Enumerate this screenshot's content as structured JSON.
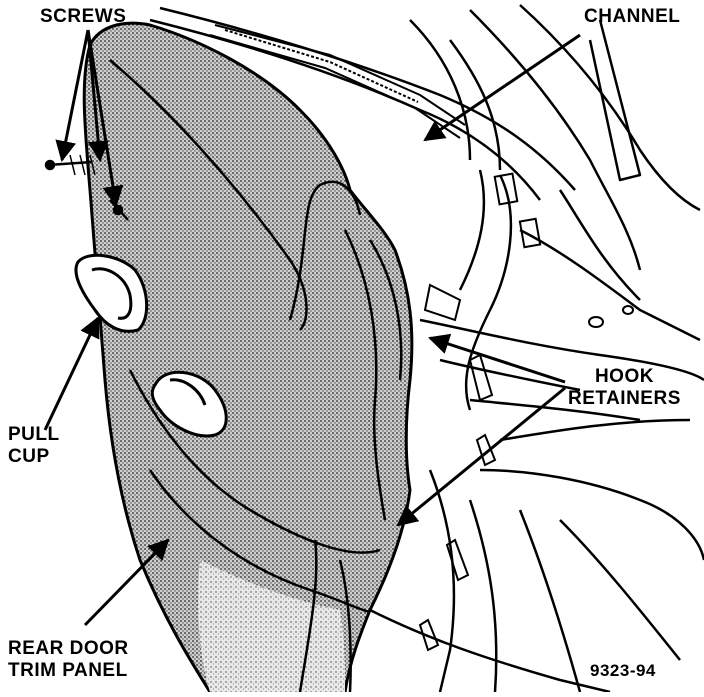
{
  "labels": {
    "screws": "SCREWS",
    "channel": "CHANNEL",
    "hook_retainers": [
      "HOOK",
      "RETAINERS"
    ],
    "pull_cup": [
      "PULL",
      "CUP"
    ],
    "trim_panel": [
      "REAR DOOR",
      "TRIM PANEL"
    ],
    "figure_number": "9323-94"
  },
  "colors": {
    "ink": "#000000",
    "paper": "#ffffff",
    "panel_shade": "#8a8a8a"
  }
}
